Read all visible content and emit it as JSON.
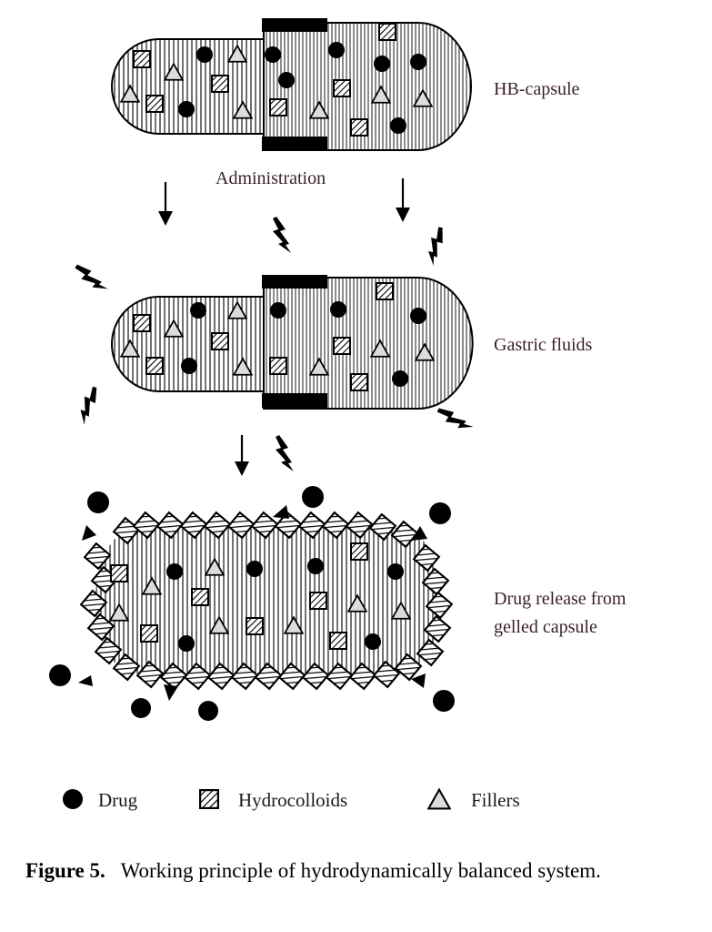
{
  "stages": {
    "hb_capsule": "HB-capsule",
    "administration": "Administration",
    "gastric_fluids": "Gastric fluids",
    "drug_release_line1": "Drug release from",
    "drug_release_line2": "gelled capsule"
  },
  "legend": {
    "drug": "Drug",
    "hydrocolloids": "Hydrocolloids",
    "fillers": "Fillers"
  },
  "caption": {
    "label": "Figure 5.",
    "text": "Working principle of hydrodynamically balanced system."
  },
  "colors": {
    "ink": "#000000",
    "label_text": "#3a1f2c",
    "filler_fill": "#dcdcdc"
  }
}
